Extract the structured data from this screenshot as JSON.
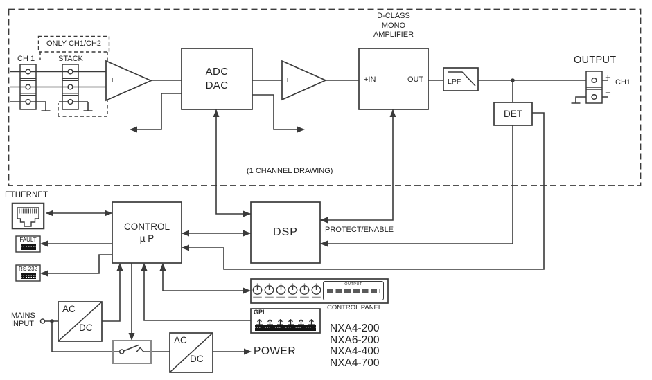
{
  "upper": {
    "only_ch_label": "ONLY CH1/CH2",
    "ch1_connector_label": "CH 1",
    "stack_connector_label": "STACK",
    "preamp_plus": "+",
    "postamp_plus": "+",
    "adc_dac": {
      "line1": "ADC",
      "line2": "DAC"
    },
    "amp_title": {
      "line1": "D-CLASS",
      "line2": "MONO",
      "line3": "AMPLIFIER"
    },
    "amp_in": "+IN",
    "amp_out": "OUT",
    "lpf": "LPF",
    "det": "DET",
    "output_title": "OUTPUT",
    "output_plus": "+",
    "output_minus": "−",
    "output_ch": "CH1",
    "note": "(1 CHANNEL DRAWING)"
  },
  "lower": {
    "ethernet": "ETHERNET",
    "fault": "FAULT",
    "rs232": "RS-232",
    "control": {
      "line1": "CONTROL",
      "line2": "µ P"
    },
    "dsp": "DSP",
    "protect_enable": "PROTECT/ENABLE",
    "control_panel": "CONTROL PANEL",
    "lcd_title": "OUTPUT",
    "gpi": "GPI",
    "mains": {
      "line1": "MAINS",
      "line2": "INPUT"
    },
    "acdc1": {
      "ac": "AC",
      "dc": "DC"
    },
    "acdc2": {
      "ac": "AC",
      "dc": "DC"
    },
    "power": "POWER",
    "models": [
      "NXA4-200",
      "NXA6-200",
      "NXA4-400",
      "NXA4-700"
    ]
  },
  "colors": {
    "line": "#3a3a3a",
    "text": "#232323",
    "connector_fill": "#141414",
    "switch_box_border": "#8a8a8a",
    "background": "#ffffff"
  },
  "icons": {
    "ethernet_jack": "rj45-jack-icon",
    "fault_connector": "pin-connector-icon",
    "rs232_connector": "pin-connector-icon",
    "gpi_connector": "pin-strip-icon",
    "gpi_switches": "dip-switch-icon",
    "panel_knob": "rotary-knob-icon",
    "power_switch": "switch-contact-icon",
    "ground": "ground-icon",
    "lpf_curve": "lowpass-curve-icon",
    "junction": "junction-dot"
  }
}
